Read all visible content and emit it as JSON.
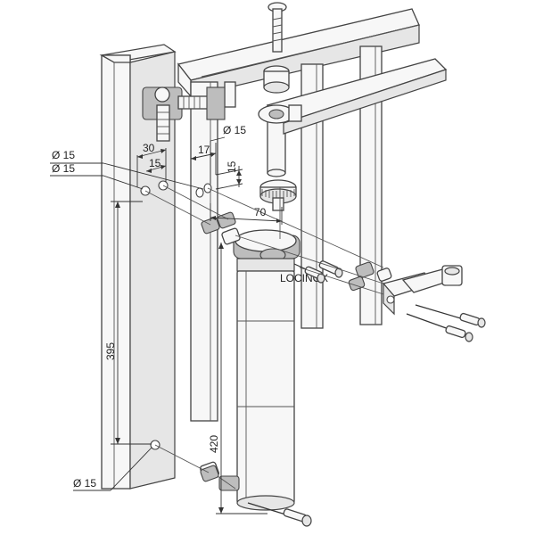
{
  "dimensions": {
    "dia_top_1": "Ø 15",
    "dia_top_2": "Ø 15",
    "dia_right": "Ø 15",
    "dia_bottom": "Ø 15",
    "d30": "30",
    "d15_a": "15",
    "d17": "17",
    "d15_b": "15",
    "d70": "70",
    "d395": "395",
    "d420": "420"
  },
  "brand_mark": "LOCINOX"
}
